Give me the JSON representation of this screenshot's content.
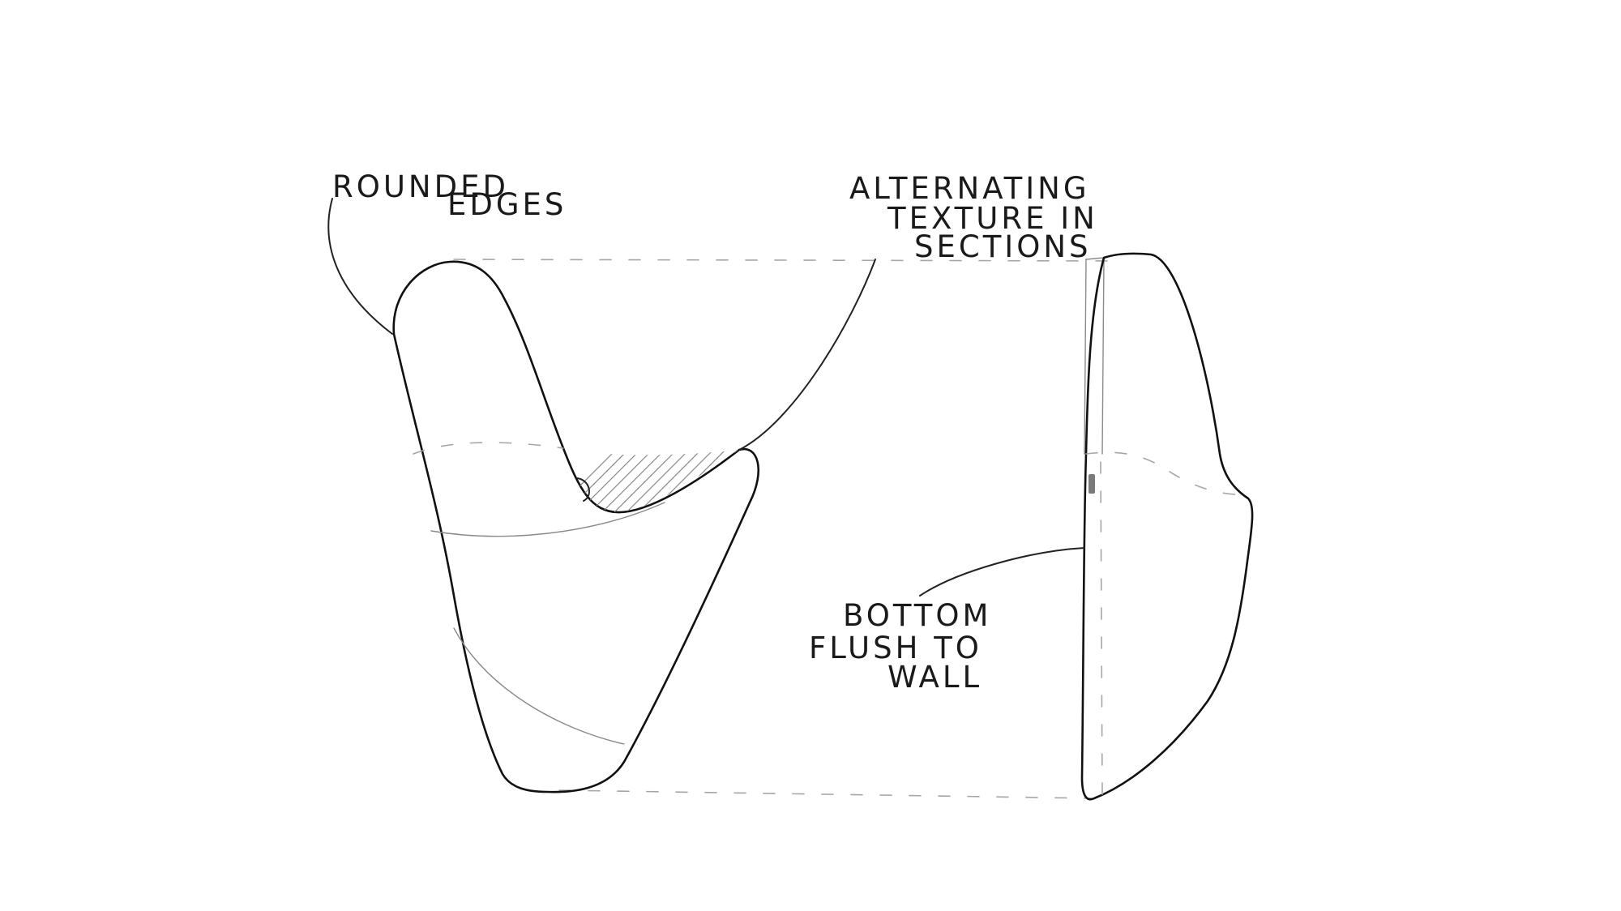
{
  "annotations": {
    "rounded_edges": [
      "ROUNDED",
      "EDGES"
    ],
    "alternating_texture": [
      "ALTERNATING",
      "TEXTURE IN",
      "SECTIONS"
    ],
    "bottom_flush": [
      "BOTTOM",
      "FLUSH TO",
      "WALL"
    ]
  },
  "colors": {
    "ink": "#111111",
    "guide": "#a6a6a6",
    "background": "#ffffff"
  }
}
